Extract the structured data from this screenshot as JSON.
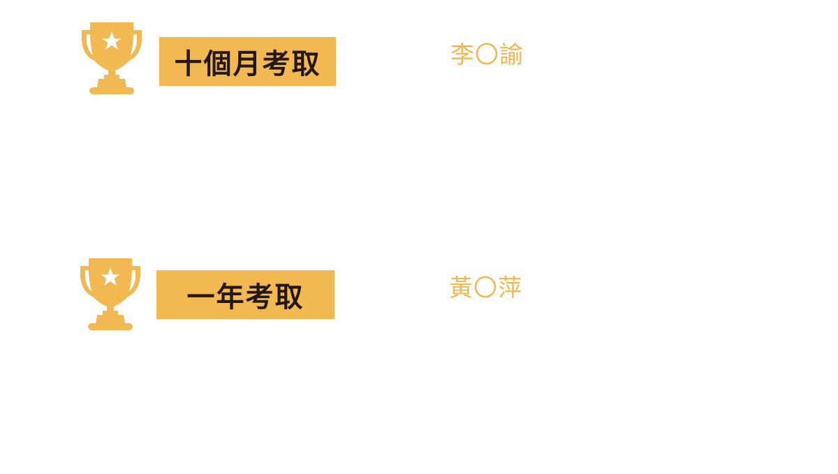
{
  "colors": {
    "accent": "#F2B852",
    "badge_text": "#231815",
    "background": "#FFFFFF"
  },
  "achievements": [
    {
      "icon": "trophy-star-icon",
      "badge_label": "十個月考取",
      "name": "李〇諭"
    },
    {
      "icon": "trophy-star-icon",
      "badge_label": "一年考取",
      "name": "黃〇萍"
    }
  ]
}
